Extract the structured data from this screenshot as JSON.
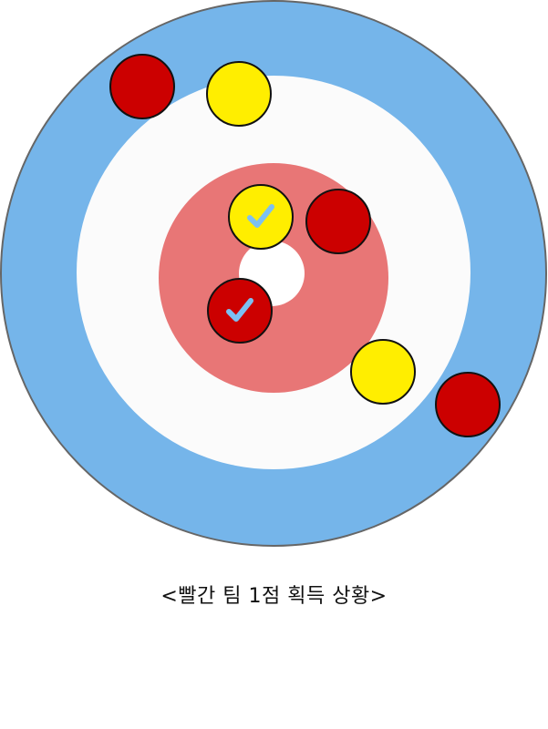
{
  "caption": "<빨간 팀 1점 획득 상황>",
  "colors": {
    "outer_ring": "#75b5ea",
    "outer_ring_border": "#666666",
    "middle_ring": "#fbfbfb",
    "inner_ring": "#e87676",
    "button": "#ffffff",
    "red_stone": "#cc0000",
    "yellow_stone": "#ffee00",
    "stone_border": "#111111",
    "check_mark": "#7cc0f2"
  },
  "stones": [
    {
      "team": "red",
      "counted": false
    },
    {
      "team": "yellow",
      "counted": false
    },
    {
      "team": "yellow",
      "counted": true
    },
    {
      "team": "red",
      "counted": false
    },
    {
      "team": "red",
      "counted": true
    },
    {
      "team": "yellow",
      "counted": false
    },
    {
      "team": "red",
      "counted": false
    }
  ]
}
